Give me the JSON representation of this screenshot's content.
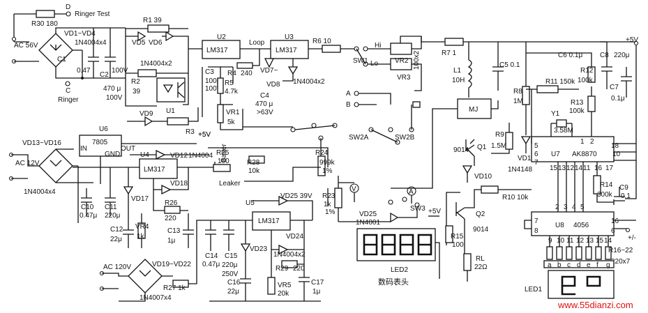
{
  "ringer": {
    "d": "D",
    "test": "Ringer Test",
    "c": "C",
    "name": "Ringer"
  },
  "input": {
    "ac56": "AC 56V",
    "ac12": "AC 12V",
    "ac120": "AC 120V"
  },
  "labels": {
    "loop": "Loop",
    "hi": "Hi",
    "lo": "Lo",
    "sw1": "SW1",
    "sw2a": "SW2A",
    "sw2b": "SW2B",
    "sw3": "SW3",
    "batter": "Batter",
    "leaker": "Leaker",
    "mj": "MJ",
    "a": "A",
    "b": "B",
    "plus5v": "+5V",
    "plus5v_top": "+5V",
    "plus5v_mid": "+5V",
    "led2": "LED2",
    "led2_cn": "数码表头",
    "led1": "LED1",
    "volt": "V",
    "amp": "A",
    "gnd": "GND",
    "in": "IN",
    "out": "OUT",
    "rl": "RL",
    "rl_val": "22Ω",
    "pm": "+/-",
    "y1": "Y1",
    "y1_val": "3.58M"
  },
  "chips": {
    "u1": "U1",
    "u2": "U2",
    "u2_part": "LM317",
    "u3": "U3",
    "u3_part": "LM317",
    "u4": "U4",
    "u4_part": "LM317",
    "u5": "U5",
    "u5_part": "LM317",
    "u6": "U6",
    "u6_part": "7805",
    "u7": "U7",
    "u7_part": "AK8870",
    "u8": "U8",
    "u8_part": "4056"
  },
  "parts": {
    "r30": "R30  180",
    "vd1_4": "VD1~VD4",
    "n4004x4a": "1N4004x4",
    "c1": "C1",
    "c1_val": "0.47",
    "c2": "C2",
    "c2_val": "470 μ",
    "c2_v": "100V",
    "r1": "R1   39",
    "vd5": "VD5",
    "vd6": "VD6",
    "n4004x2a": "1N4004x2",
    "r2": "R2",
    "r2_val": "39",
    "vd9": "VD9",
    "r3": "R3",
    "c3": "C3",
    "c3_v1": "100μ",
    "c3_v2": "100V",
    "r4": "R4",
    "r4_val": "240",
    "r5": "R5",
    "r5_val": "4.7k",
    "vd7": "VD7~",
    "vd8": "VD8",
    "c4": "C4",
    "c4_v1": "470 μ",
    "c4_v2": ">63V",
    "n4004x2b": "1N4004x2",
    "vr1": "VR1",
    "vr1_val": "5k",
    "r6": "R6   10",
    "vr2": "VR2",
    "vr3": "VR3",
    "vr23_val": "100x2",
    "r7": "R7   1",
    "l1": "L1",
    "l1_val": "10H",
    "c5": "C5  0.1",
    "r8": "R8",
    "r8_val": "1M",
    "c6": "C6  0.1μ",
    "c8": "C8",
    "c8_val": "220μ",
    "r12": "R12",
    "r12_val": "100k",
    "c7": "C7",
    "c7_val": "0.1μ",
    "r11": "R11  150k",
    "r13": "R13",
    "r13_val": "100k",
    "r9": "R9",
    "r9_val": "1.5M",
    "q1": "Q1",
    "q1_part": "9014",
    "vd10": "VD10",
    "vd11": "VD11",
    "vd11_part": "1N4148",
    "r10": "R10    10k",
    "r14": "R14",
    "r14_val": "300k",
    "c9": "C9",
    "c9_val": "0.1",
    "vd13_16": "VD13~VD16",
    "n4004x4b": "1N4004x4",
    "vd12": "VD12",
    "n4004c": "1N4004",
    "r25": "R25",
    "r25_val": "100",
    "c10": "C10",
    "c10_val": "0.47μ",
    "c11": "C11",
    "c11_val": "220μ",
    "vd17": "VD17",
    "vd18": "VD18",
    "r26": "R26",
    "r26_val": "220",
    "c12": "C12",
    "c12_val": "22μ",
    "vr4": "VR4",
    "vr4_val": "1k",
    "c13": "C13",
    "c13_val": "1μ",
    "r28": "R28",
    "r28_val": "10k",
    "r24": "R24",
    "r24_v1": "999k",
    "r24_v2": "1%",
    "r23": "R23",
    "r23_v1": "1k",
    "r23_v2": "1%",
    "vd25a": "VD25",
    "n4001": "1N4001",
    "q2": "Q2",
    "q2_part": "9014",
    "r15": "R15",
    "r15_val": "100",
    "vd25b": "VD25  39V",
    "c14": "C14",
    "c14_val": "0.47μ",
    "c15": "C15",
    "c15_v1": "220μ",
    "c15_v2": "250V",
    "vd23": "VD23",
    "vd24": "VD24",
    "n4004x2c": "1N4004x2",
    "r29": "R29",
    "r29_val": "220",
    "c16": "C16",
    "c16_val": "22μ",
    "vr5": "VR5",
    "vr5_val": "20k",
    "c17": "C17",
    "c17_val": "1μ",
    "vd19_22": "VD19~VD22",
    "r27": "R27   1k",
    "n4007x4": "1N4007x4",
    "r16_22": "R16~22",
    "r16_22_val": "220x7"
  },
  "u7_pins": {
    "p5": "5",
    "p6": "6",
    "p7": "7",
    "p15": "15",
    "p13": "13",
    "p12": "12",
    "p14": "14",
    "p11": "11",
    "p16": "16",
    "p17": "17",
    "p18": "18",
    "p10": "10",
    "p1": "1",
    "p2": "2"
  },
  "u8_pins": {
    "p2": "2",
    "p3": "3",
    "p4": "4",
    "p5": "5",
    "p7": "7",
    "p8": "8",
    "p9": "9",
    "p10": "10",
    "p11": "11",
    "p12": "12",
    "p13": "13",
    "p15": "15",
    "p14": "14",
    "p16": "16",
    "p6": "6"
  },
  "segments": [
    "a",
    "b",
    "c",
    "d",
    "e",
    "f",
    "g"
  ],
  "watermark": "www.55dianzi.com"
}
